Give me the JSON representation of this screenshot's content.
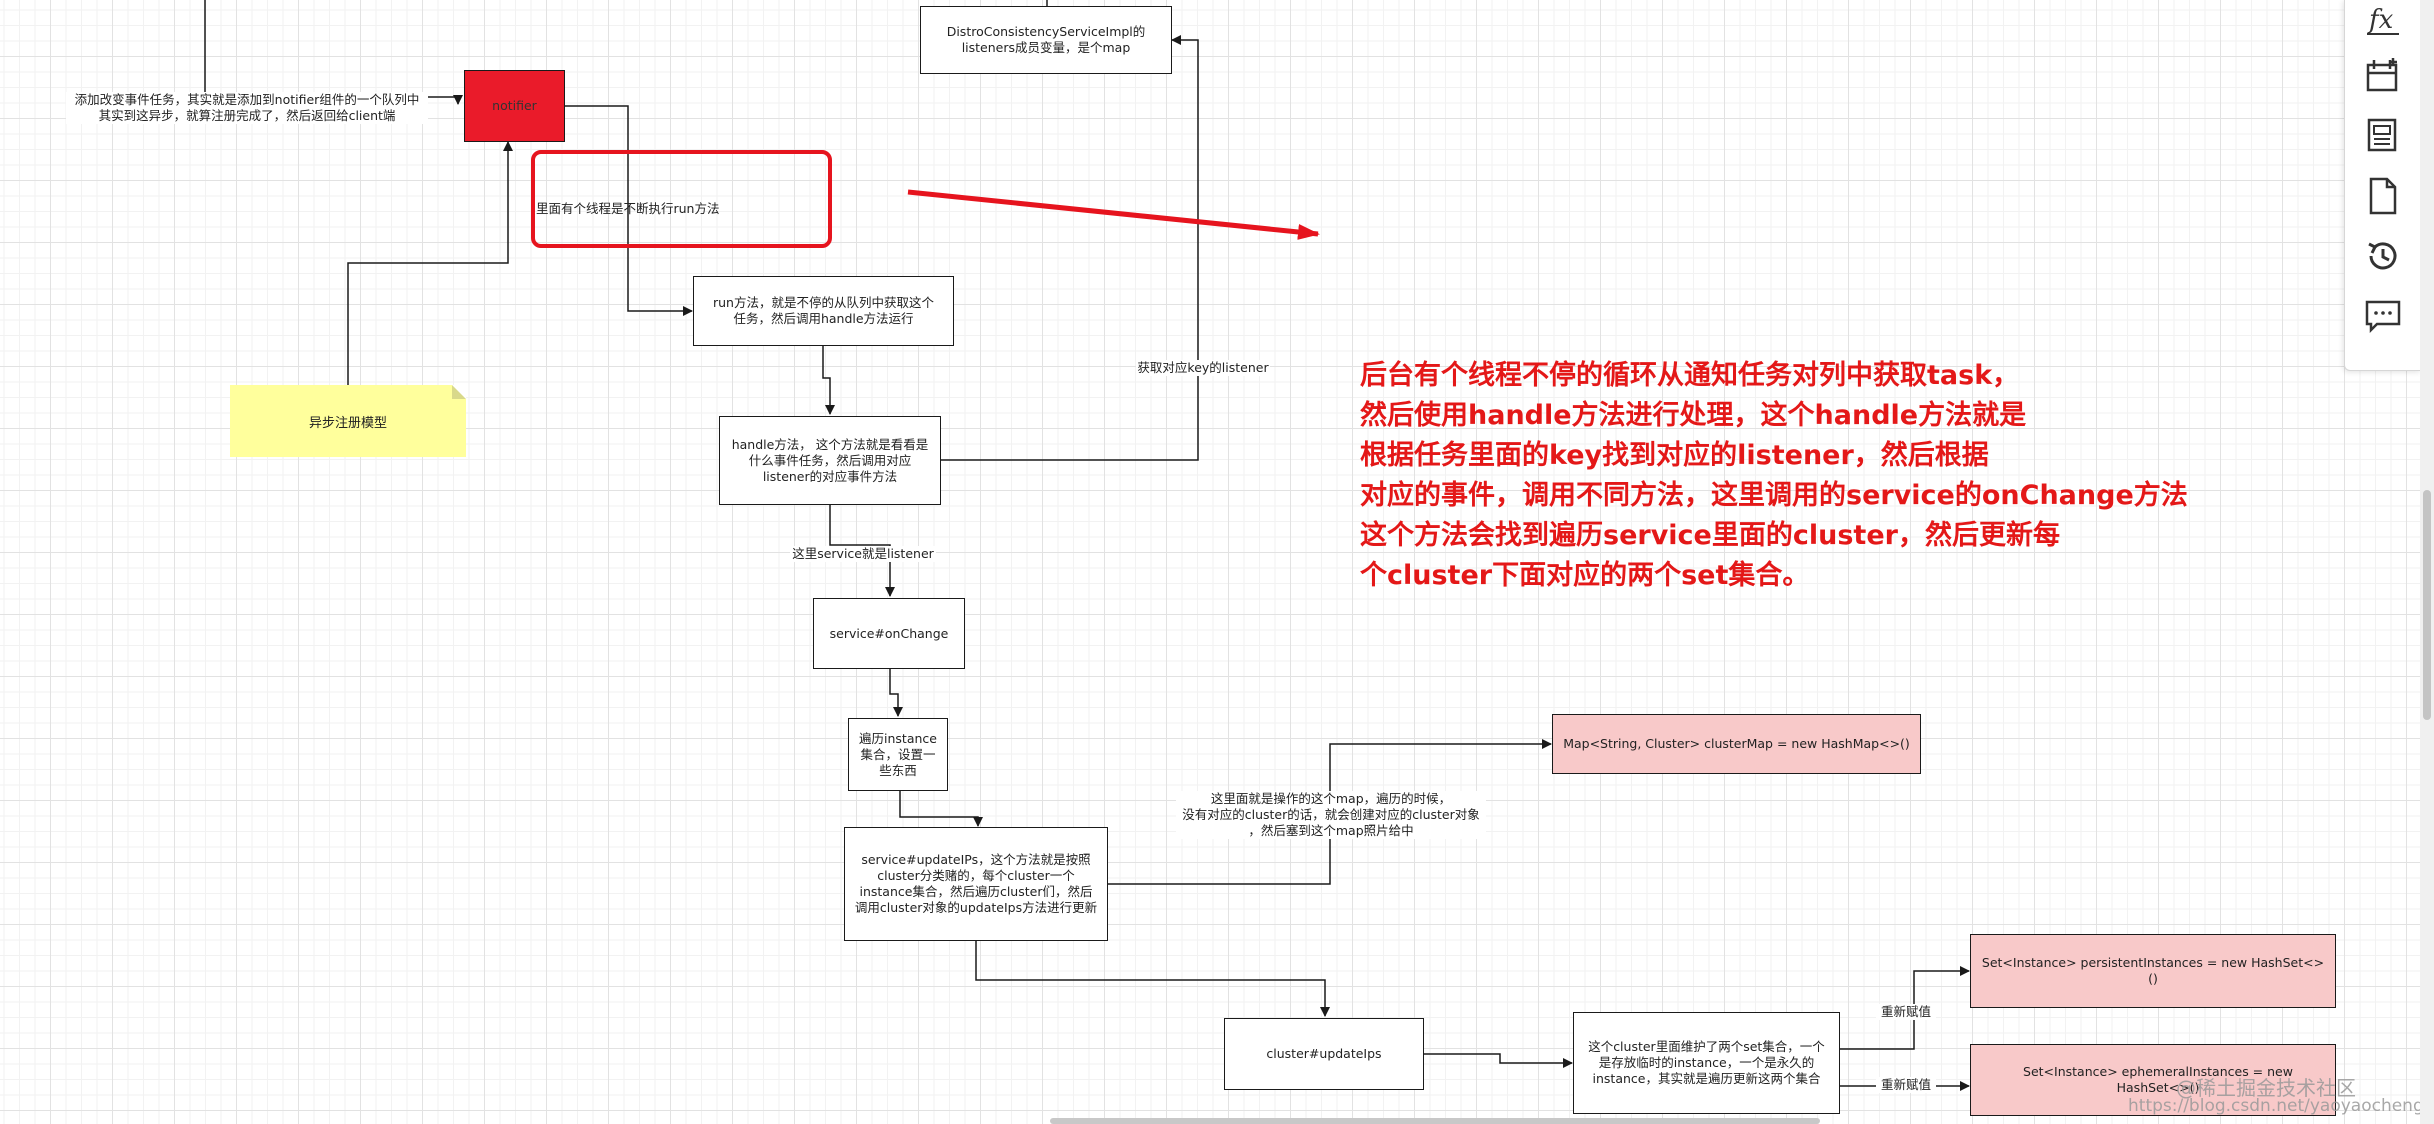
{
  "nodes": {
    "listeners": "DistroConsistencyServiceImpl的\nlisteners成员变量，是个map",
    "notifier": "notifier",
    "run_method": "run方法，就是不停的从队列中获取这个\n任务，然后调用handle方法运行",
    "handle_method": "handle方法，  这个方法就是看看是\n什么事件任务，然后调用对应\nlistener的对应事件方法",
    "on_change": "service#onChange",
    "traverse_instances": "遍历instance\n集合，设置一\n些东西",
    "update_ips": "service#updateIPs，这个方法就是按照\ncluster分类赌的，每个cluster一个\ninstance集合，然后遍历cluster们，然后\n调用cluster对象的updateIps方法进行更新",
    "cluster_map": "Map<String, Cluster> clusterMap = new HashMap<>()",
    "cluster_update_ips": "cluster#updateIps",
    "two_sets": "这个cluster里面维护了两个set集合，一个\n是存放临时的instance，一个是永久的\ninstance，其实就是遍历更新这两个集合",
    "persistent_set": "Set<Instance> persistentInstances = new HashSet<>()",
    "ephemeral_set": "Set<Instance> ephemeralInstances = new HashSet<>()"
  },
  "note": {
    "async_model": "异步注册模型"
  },
  "labels": {
    "add_task": "添加改变事件任务，其实就是添加到notifier组件的一个队列中\n其实到这异步，就算注册完成了，然后返回给client端",
    "thread_run": "里面有个线程是不断执行run方法",
    "get_listener": "获取对应key的listener",
    "service_is_listener": "这里service就是listener",
    "map_explain": "这里面就是操作的这个map，遍历的时候，\n没有对应的cluster的话，就会创建对应的cluster对象\n，然后塞到这个map照片给中",
    "reassign_1": "重新赋值",
    "reassign_2": "重新赋值"
  },
  "annotation": "后台有个线程不停的循环从通知任务对列中获取task，\n然后使用handle方法进行处理，这个handle方法就是\n根据任务里面的key找到对应的listener，然后根据\n对应的事件，调用不同方法，这里调用的service的onChange方法\n这个方法会找到遍历service里面的cluster，然后更新每\n个cluster下面对应的两个set集合。",
  "watermark": {
    "line1": "@稀土掘金技术社区",
    "line2": "https://blog.csdn.net/yaoyaochengxian"
  },
  "toolbar": [
    "function-icon",
    "calendar-icon",
    "pages-icon",
    "document-icon",
    "history-icon",
    "comment-icon"
  ],
  "colors": {
    "notifier_fill": "#ea1b2a",
    "highlight": "#e6141e",
    "annotation_text": "#e41818",
    "set_fill": "#f8c9c9",
    "note_fill": "#ffff9c"
  }
}
